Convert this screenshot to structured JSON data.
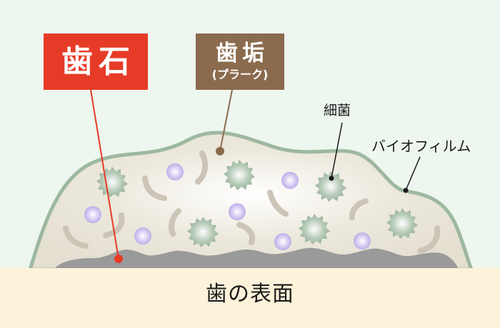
{
  "labels": {
    "tartar": "歯石",
    "plaque": "歯垢",
    "plaque_sub": "(プラーク)",
    "bacteria": "細菌",
    "biofilm": "バイオフィルム",
    "tooth_surface": "歯の表面"
  },
  "colors": {
    "background": "#edf6ef",
    "tartar_box": "#e63b27",
    "plaque_box": "#8b6b4e",
    "biofilm_outline": "#9db8a0",
    "plaque_fill": "#e7e2d5",
    "tartar_layer": "#9a9a9a",
    "tooth_surface": "#fdf3da",
    "bacteria_spiky": "#9fb7a2",
    "bacteria_round": "#c6b8ec",
    "bacteria_rod": "#ccc5b7"
  }
}
